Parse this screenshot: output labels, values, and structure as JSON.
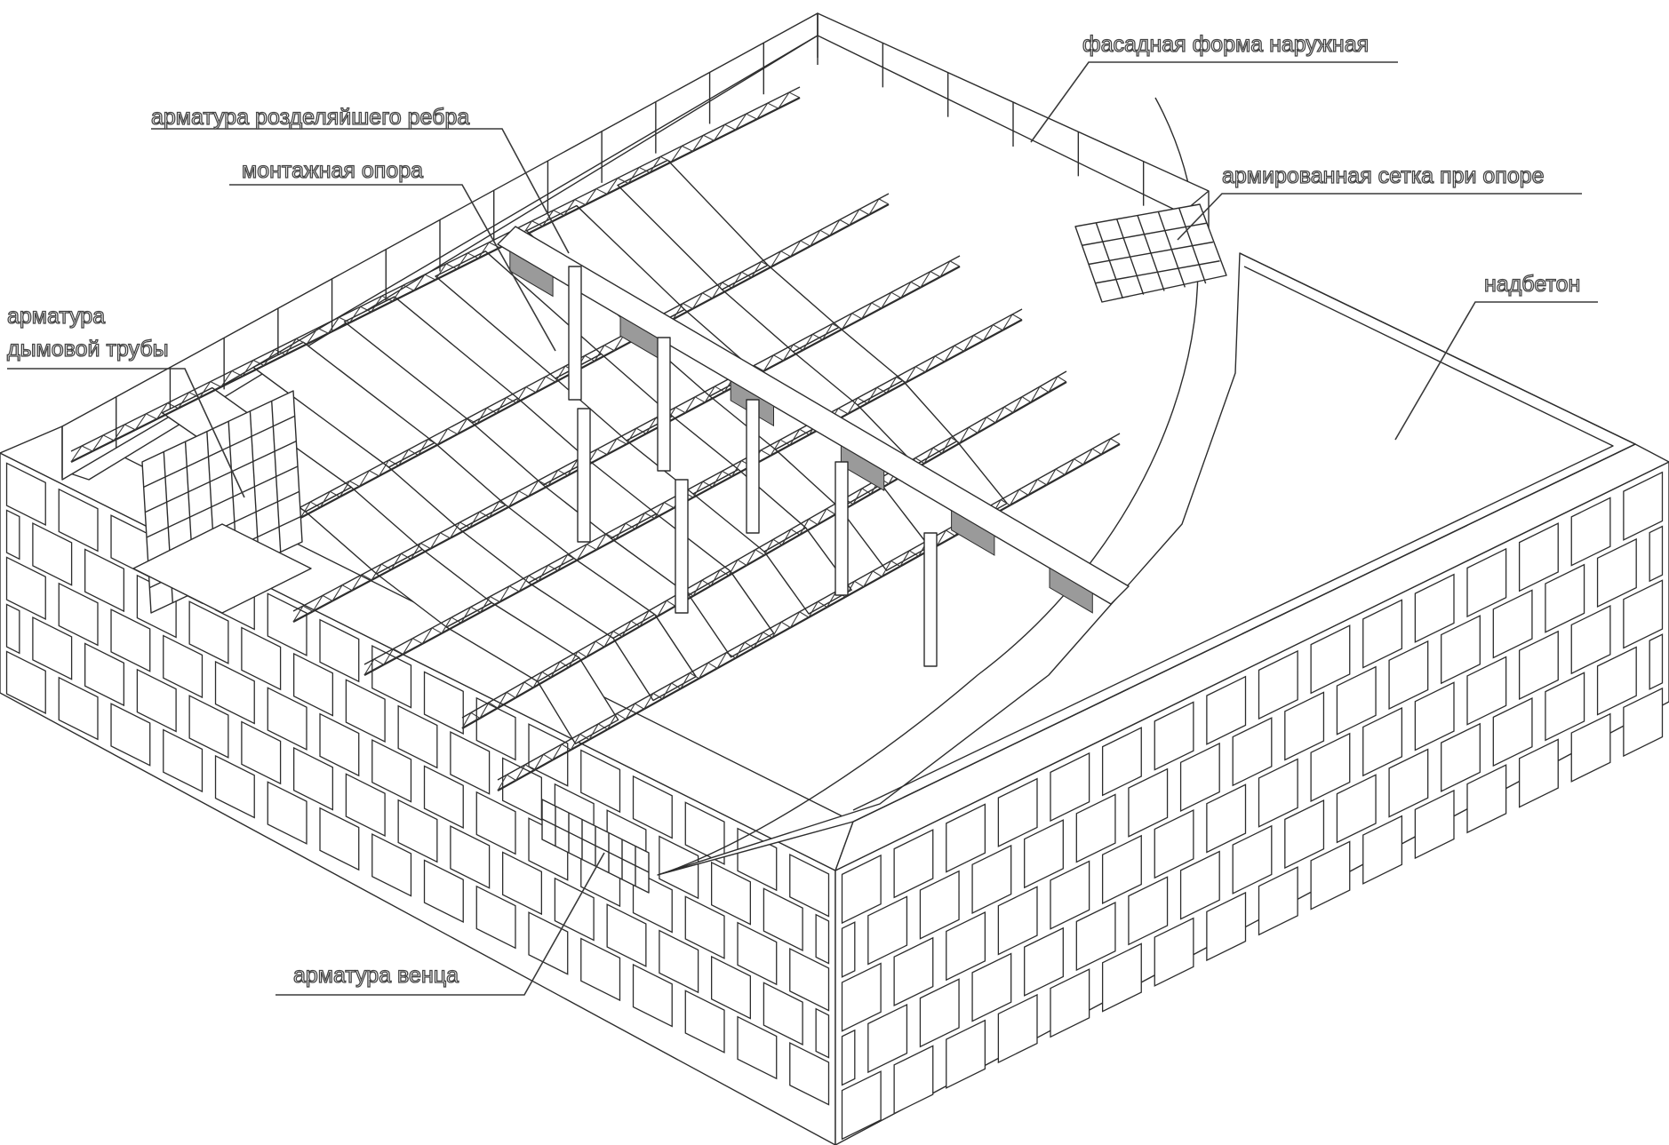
{
  "diagram": {
    "labels": {
      "facade_form": "фасадная форма наружная",
      "rib_rebar": "арматура розделяйшего ребра",
      "mounting_support": "монтажная опора",
      "support_mesh": "армированная сетка при опоре",
      "chimney_rebar_line1": "арматура",
      "chimney_rebar_line2": "дымовой трубы",
      "topping_concrete": "надбетон",
      "ring_beam_rebar": "арматура венца"
    }
  }
}
